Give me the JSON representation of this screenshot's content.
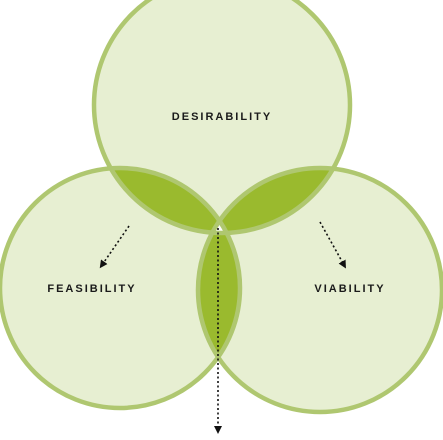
{
  "diagram": {
    "labels": {
      "top": "DESIRABILITY",
      "left": "FEASIBILITY",
      "right": "VIABILITY"
    },
    "colors": {
      "circle_fill": "#e7efd2",
      "circle_stroke": "#afc770",
      "overlap_fill": "#9aba2e",
      "center_fill": "#ffffff",
      "arrow": "#111111"
    }
  }
}
